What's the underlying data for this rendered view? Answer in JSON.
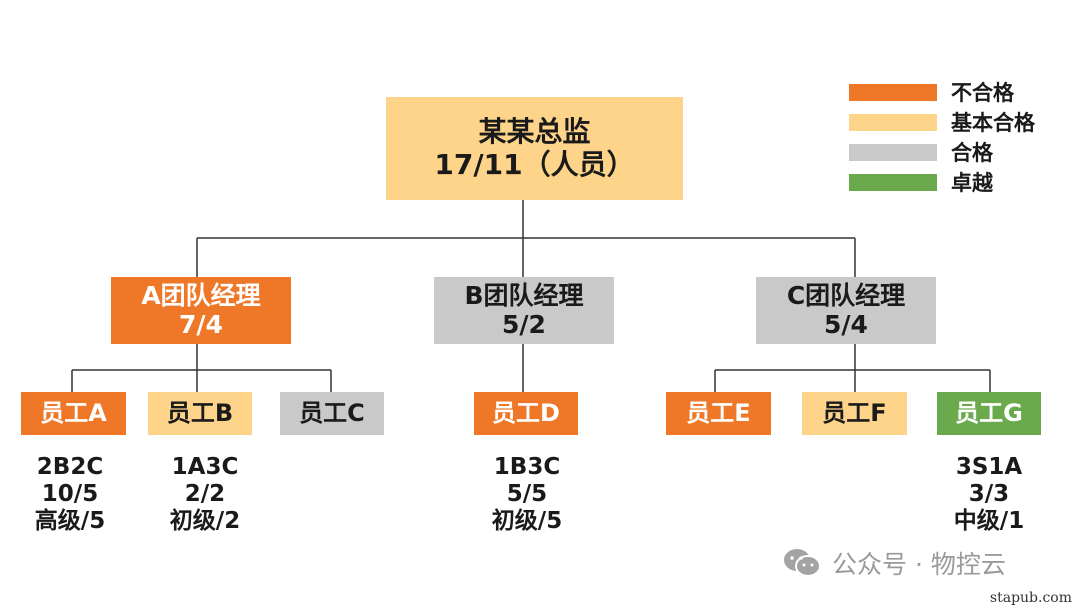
{
  "colors": {
    "fail": "#ee7828",
    "basic_pass": "#fdd48a",
    "pass": "#c9c9c9",
    "excellent": "#6aaa4d",
    "line": "#333333"
  },
  "legend": [
    {
      "label": "不合格",
      "color": "fail"
    },
    {
      "label": "基本合格",
      "color": "basic_pass"
    },
    {
      "label": "合格",
      "color": "pass"
    },
    {
      "label": "卓越",
      "color": "excellent"
    }
  ],
  "root": {
    "title": "某某总监",
    "value": "17/11（人员）",
    "color": "basic_pass"
  },
  "managers": [
    {
      "title": "A团队经理",
      "value": "7/4",
      "color": "fail"
    },
    {
      "title": "B团队经理",
      "value": "5/2",
      "color": "pass"
    },
    {
      "title": "C团队经理",
      "value": "5/4",
      "color": "pass"
    }
  ],
  "employees": [
    {
      "label": "员工A",
      "color": "fail",
      "stats": [
        "2B2C",
        "10/5",
        "高级/5"
      ]
    },
    {
      "label": "员工B",
      "color": "basic_pass",
      "stats": [
        "1A3C",
        "2/2",
        "初级/2"
      ]
    },
    {
      "label": "员工C",
      "color": "pass",
      "stats": []
    },
    {
      "label": "员工D",
      "color": "fail",
      "stats": [
        "1B3C",
        "5/5",
        "初级/5"
      ]
    },
    {
      "label": "员工E",
      "color": "fail",
      "stats": []
    },
    {
      "label": "员工F",
      "color": "basic_pass",
      "stats": []
    },
    {
      "label": "员工G",
      "color": "excellent",
      "stats": [
        "3S1A",
        "3/3",
        "中级/1"
      ]
    }
  ],
  "watermark": {
    "text": "公众号 · 物控云",
    "icon": "wechat-icon"
  },
  "site": "stapub.com"
}
